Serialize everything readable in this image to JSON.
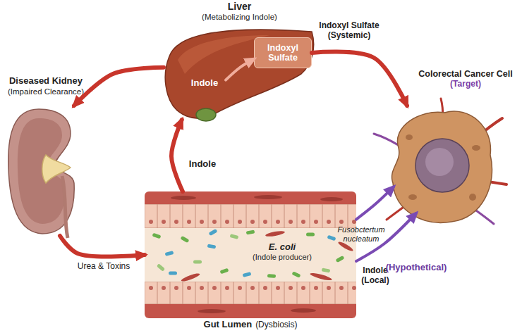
{
  "diagram": {
    "nodes": [
      {
        "text": [
          "Liver",
          "(Metabolizing Indole)"
        ]
      },
      {
        "text": [
          "Indole"
        ],
        "in": 0
      },
      {
        "text": [
          "Indoxyl Sulfate"
        ],
        "in": 0
      },
      {
        "text": [
          "Diseased Kidney",
          "(Impaired Clearance)"
        ]
      },
      {
        "text": [
          "Colorectal Cancer Cell",
          "(Target)"
        ]
      },
      {
        "text": [
          "Gut Lumen",
          "(Dysbiosis)"
        ]
      },
      {
        "text": [
          "E. coli",
          "(Indole producer)"
        ],
        "in": 5
      }
    ],
    "edges": [
      {
        "from": 0,
        "to": 3,
        "arrow": "to"
      },
      {
        "from": 3,
        "to": 5,
        "label": "Urea & Toxins",
        "arrow": "to"
      },
      {
        "from": 5,
        "to": 0,
        "label": "Indole",
        "arrow": "to"
      },
      {
        "from": 1,
        "to": 2,
        "arrow": "to"
      },
      {
        "from": 2,
        "to": 4,
        "label": "Indoxyl Sulfate (Systemic)",
        "arrow": "to"
      },
      {
        "from": 5,
        "to": 4,
        "label": "Fusobctertum nucleatum",
        "arrow": "to"
      },
      {
        "from": 5,
        "to": 4,
        "label": "Indole (Local)",
        "arrow": "to"
      }
    ],
    "labels": [
      "(Hypothetical)"
    ]
  }
}
